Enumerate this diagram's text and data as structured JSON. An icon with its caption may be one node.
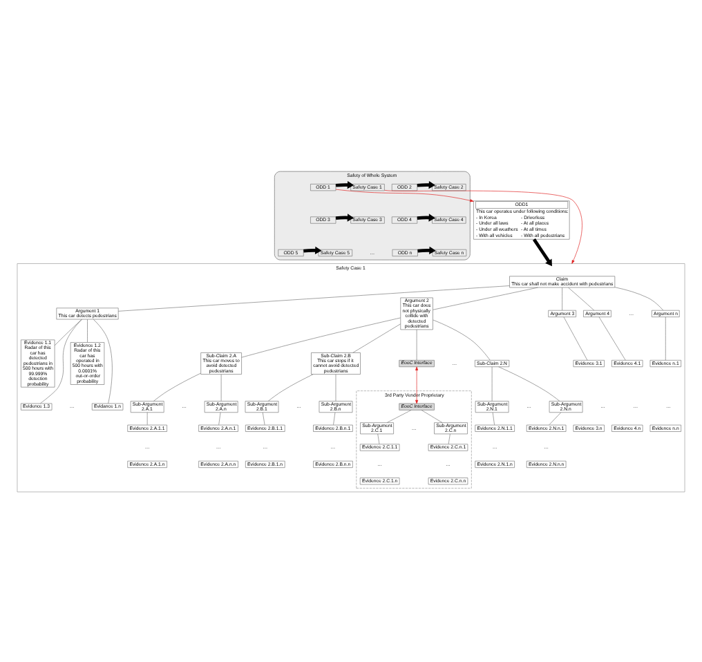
{
  "diagram": {
    "nodes": [
      {
        "text": [
          "ODD1",
          "This car operates under following conditions:",
          "- In Korea",
          "- Under all laws",
          "- Under all weathers",
          "- With all vehicles",
          "- Driverless",
          "- At all places",
          "- At all times",
          "- With all pedestrians"
        ]
      },
      {
        "text": [
          "Safety of Whole System"
        ]
      },
      {
        "text": [
          "ODD 1"
        ],
        "in": 1
      },
      {
        "text": [
          "Safety Case 1"
        ],
        "in": 1
      },
      {
        "text": [
          "ODD 2"
        ],
        "in": 1
      },
      {
        "text": [
          "Safety Case 2"
        ],
        "in": 1
      },
      {
        "text": [
          "ODD 3"
        ],
        "in": 1
      },
      {
        "text": [
          "Safety Case 3"
        ],
        "in": 1
      },
      {
        "text": [
          "ODD 4"
        ],
        "in": 1
      },
      {
        "text": [
          "Safety Case 4"
        ],
        "in": 1
      },
      {
        "text": [
          "ODD 5"
        ],
        "in": 1
      },
      {
        "text": [
          "Safety Case 5"
        ],
        "in": 1
      },
      {
        "text": [
          "ODD n"
        ],
        "in": 1
      },
      {
        "text": [
          "Safety Case n"
        ],
        "in": 1
      },
      {
        "text": [
          "Safety Case 1"
        ]
      },
      {
        "text": [
          "Claim",
          "This car shall not make accident with pedestrians"
        ],
        "in": 14
      },
      {
        "text": [
          "Argument 1",
          "This car detects pedestrians"
        ],
        "in": 14
      },
      {
        "text": [
          "Argument 2",
          "This car does not physically collide with detected pedestrians"
        ],
        "in": 14
      },
      {
        "text": [
          "Argument 3"
        ],
        "in": 14
      },
      {
        "text": [
          "Argument 4"
        ],
        "in": 14
      },
      {
        "text": [
          "Argument n"
        ],
        "in": 14
      },
      {
        "text": [
          "Evidence 1.1",
          "Radar of this car has detected pedestrians in 500 hours with 99.999% detection probability"
        ],
        "in": 14
      },
      {
        "text": [
          "Evidence 1.2",
          "Radar of this car has operated in 500 hours with 0.0001% out-or-order probability"
        ],
        "in": 14
      },
      {
        "text": [
          "Evidence 1.3"
        ],
        "in": 14
      },
      {
        "text": [
          "Evidance 1.n"
        ],
        "in": 14
      },
      {
        "text": [
          "Evidence 3.1"
        ],
        "in": 14
      },
      {
        "text": [
          "Evidence 3.n"
        ],
        "in": 14
      },
      {
        "text": [
          "Evidence 4.1"
        ],
        "in": 14
      },
      {
        "text": [
          "Evidence 4.n"
        ],
        "in": 14
      },
      {
        "text": [
          "Evidence n.1"
        ],
        "in": 14
      },
      {
        "text": [
          "Evidence n.n"
        ],
        "in": 14
      },
      {
        "text": [
          "Sub-Claim 2.A",
          "This car moves to avoid detected pedestrians"
        ],
        "in": 14
      },
      {
        "text": [
          "Sub-Claim 2.B",
          "This car stops if it cannot avoid detected pedestrians"
        ],
        "in": 14
      },
      {
        "text": [
          "EooC Interface"
        ],
        "in": 14
      },
      {
        "text": [
          "Sub-Claim 2.N"
        ],
        "in": 14
      },
      {
        "text": [
          "Sub-Argument 2.N.1"
        ],
        "in": 14
      },
      {
        "text": [
          "Sub-Argument 2.N.n"
        ],
        "in": 14
      },
      {
        "text": [
          "Evidence 2.N.1.1"
        ],
        "in": 14
      },
      {
        "text": [
          "Evidence 2.N.1.n"
        ],
        "in": 14
      },
      {
        "text": [
          "Evidence 2.N.n.1"
        ],
        "in": 14
      },
      {
        "text": [
          "Evidence 2.N.n.n"
        ],
        "in": 14
      },
      {
        "text": [
          "Sub-Argument 2.A.1"
        ],
        "in": 14
      },
      {
        "text": [
          "Sub-Argument 2.A.n"
        ],
        "in": 14
      },
      {
        "text": [
          "Sub-Argument 2.B.1"
        ],
        "in": 14
      },
      {
        "text": [
          "Sub-Argument 2.B.n"
        ],
        "in": 14
      },
      {
        "text": [
          "Evidence 2.A.1.1"
        ],
        "in": 14
      },
      {
        "text": [
          "Evidence 2.A.1.n"
        ],
        "in": 14
      },
      {
        "text": [
          "Evidence 2.A.n.1"
        ],
        "in": 14
      },
      {
        "text": [
          "Evidence 2.A.n.n"
        ],
        "in": 14
      },
      {
        "text": [
          "Evidence 2.B.1.1"
        ],
        "in": 14
      },
      {
        "text": [
          "Evidence 2.B.1.n"
        ],
        "in": 14
      },
      {
        "text": [
          "Evidence 2.B.n.1"
        ],
        "in": 14
      },
      {
        "text": [
          "Evidence 2.B.n.n"
        ],
        "in": 14
      },
      {
        "text": [
          "3rd Party Vendor Proprietary"
        ],
        "in": 14
      },
      {
        "text": [
          "EooC Interface"
        ],
        "in": 53
      },
      {
        "text": [
          "Sub-Argument 2.C.1"
        ],
        "in": 53
      },
      {
        "text": [
          "Sub-Argument 2.C.n"
        ],
        "in": 53
      },
      {
        "text": [
          "Evidence 2.C.1.1"
        ],
        "in": 53
      },
      {
        "text": [
          "Evidence 2.C.1.n"
        ],
        "in": 53
      },
      {
        "text": [
          "Evidence 2.C.n.1"
        ],
        "in": 53
      },
      {
        "text": [
          "Evidence 2.C.n.n"
        ],
        "in": 53
      }
    ],
    "edges": [
      {
        "from": 2,
        "to": 3,
        "arrow": "to",
        "style": "thick",
        "color": "#000000"
      },
      {
        "from": 4,
        "to": 5,
        "arrow": "to",
        "style": "thick",
        "color": "#000000"
      },
      {
        "from": 6,
        "to": 7,
        "arrow": "to",
        "style": "thick",
        "color": "#000000"
      },
      {
        "from": 8,
        "to": 9,
        "arrow": "to",
        "style": "thick",
        "color": "#000000"
      },
      {
        "from": 10,
        "to": 11,
        "arrow": "to",
        "style": "thick",
        "color": "#000000"
      },
      {
        "from": 12,
        "to": 13,
        "arrow": "to",
        "style": "thick",
        "color": "#000000"
      },
      {
        "from": 2,
        "to": 0,
        "arrow": "to",
        "color": "#e02020"
      },
      {
        "from": 3,
        "to": 14,
        "arrow": "to",
        "color": "#e02020"
      },
      {
        "from": 0,
        "to": 14,
        "arrow": "to",
        "style": "thick",
        "color": "#000000"
      },
      {
        "from": 15,
        "to": 16,
        "arrow": "none"
      },
      {
        "from": 15,
        "to": 17,
        "arrow": "none"
      },
      {
        "from": 15,
        "to": 18,
        "arrow": "none"
      },
      {
        "from": 15,
        "to": 19,
        "arrow": "none"
      },
      {
        "from": 15,
        "to": 20,
        "arrow": "none"
      },
      {
        "from": 16,
        "to": 21,
        "arrow": "none"
      },
      {
        "from": 16,
        "to": 22,
        "arrow": "none"
      },
      {
        "from": 16,
        "to": 23,
        "arrow": "none"
      },
      {
        "from": 16,
        "to": 24,
        "arrow": "none"
      },
      {
        "from": 18,
        "to": 25,
        "arrow": "none"
      },
      {
        "from": 19,
        "to": 27,
        "arrow": "none"
      },
      {
        "from": 20,
        "to": 29,
        "arrow": "none"
      },
      {
        "from": 17,
        "to": 31,
        "arrow": "none"
      },
      {
        "from": 17,
        "to": 32,
        "arrow": "none"
      },
      {
        "from": 17,
        "to": 33,
        "arrow": "none"
      },
      {
        "from": 17,
        "to": 34,
        "arrow": "none"
      },
      {
        "from": 34,
        "to": 35,
        "arrow": "none"
      },
      {
        "from": 34,
        "to": 36,
        "arrow": "none"
      },
      {
        "from": 35,
        "to": 37,
        "arrow": "none"
      },
      {
        "from": 36,
        "to": 39,
        "arrow": "none"
      },
      {
        "from": 31,
        "to": 41,
        "arrow": "none"
      },
      {
        "from": 31,
        "to": 42,
        "arrow": "none"
      },
      {
        "from": 32,
        "to": 43,
        "arrow": "none"
      },
      {
        "from": 32,
        "to": 44,
        "arrow": "none"
      },
      {
        "from": 41,
        "to": 45,
        "arrow": "none"
      },
      {
        "from": 42,
        "to": 47,
        "arrow": "none"
      },
      {
        "from": 43,
        "to": 49,
        "arrow": "none"
      },
      {
        "from": 44,
        "to": 51,
        "arrow": "none"
      },
      {
        "from": 33,
        "to": 54,
        "arrow": "both",
        "color": "#e02020"
      },
      {
        "from": 54,
        "to": 55,
        "arrow": "none"
      },
      {
        "from": 54,
        "to": 56,
        "arrow": "none"
      },
      {
        "from": 55,
        "to": 57,
        "arrow": "none"
      },
      {
        "from": 56,
        "to": 59,
        "arrow": "none"
      }
    ],
    "labels": [
      "…",
      "…",
      "…",
      "…",
      "…",
      "…",
      "…",
      "…",
      "…",
      "…",
      "…",
      "…",
      "…",
      "…",
      "…",
      "…",
      "…",
      "…",
      "…"
    ]
  }
}
